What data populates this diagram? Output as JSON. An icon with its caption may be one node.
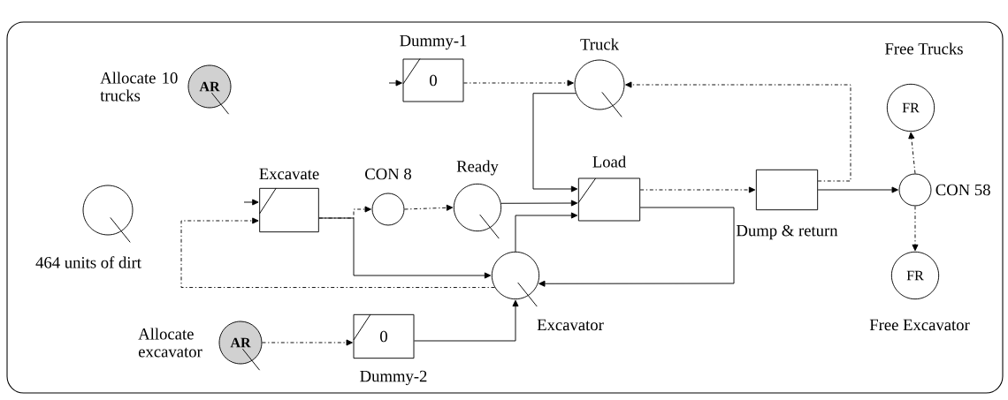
{
  "diagram": {
    "nodes": [
      {
        "text": [
          "Dummy-1",
          "0"
        ]
      },
      {
        "text": [
          "Truck"
        ]
      },
      {
        "text": [
          "Free Trucks",
          "FR"
        ]
      },
      {
        "text": [
          "Allocate 10 trucks",
          "AR"
        ]
      },
      {
        "text": [
          "464 units of dirt"
        ]
      },
      {
        "text": [
          "Excavate"
        ]
      },
      {
        "text": [
          "CON 8"
        ]
      },
      {
        "text": [
          "Ready"
        ]
      },
      {
        "text": [
          "Load"
        ]
      },
      {
        "text": [
          "Dump & return"
        ]
      },
      {
        "text": [
          "CON 58"
        ]
      },
      {
        "text": [
          "Excavator"
        ]
      },
      {
        "text": [
          "FR",
          "Free Excavator"
        ]
      },
      {
        "text": [
          "Allocate excavator",
          "AR"
        ]
      },
      {
        "text": [
          "0",
          "Dummy-2"
        ]
      }
    ],
    "edges": [
      {
        "from": null,
        "to": 0,
        "arrow": "to"
      },
      {
        "from": 0,
        "to": 1,
        "arrow": "to",
        "style": "dashed"
      },
      {
        "from": 1,
        "to": 8,
        "arrow": "to"
      },
      {
        "from": 9,
        "to": 1,
        "arrow": "to",
        "style": "dashed"
      },
      {
        "from": 10,
        "to": 2,
        "arrow": "to",
        "style": "dashed"
      },
      {
        "from": null,
        "to": 5,
        "arrow": "to"
      },
      {
        "from": 11,
        "to": 5,
        "arrow": "to",
        "style": "dashed"
      },
      {
        "from": 5,
        "to": 6,
        "arrow": "to",
        "style": "dashed"
      },
      {
        "from": 5,
        "to": 11,
        "arrow": "to"
      },
      {
        "from": 6,
        "to": 7,
        "arrow": "to",
        "style": "dashed"
      },
      {
        "from": 7,
        "to": 8,
        "arrow": "to"
      },
      {
        "from": 11,
        "to": 8,
        "arrow": "to"
      },
      {
        "from": 8,
        "to": 9,
        "arrow": "to",
        "style": "dashed"
      },
      {
        "from": 8,
        "to": 11,
        "arrow": "to"
      },
      {
        "from": 9,
        "to": 10,
        "arrow": "to"
      },
      {
        "from": 10,
        "to": 12,
        "arrow": "to",
        "style": "dashed"
      },
      {
        "from": 13,
        "to": 14,
        "arrow": "to",
        "style": "dashed"
      },
      {
        "from": 14,
        "to": 11,
        "arrow": "to"
      }
    ]
  }
}
